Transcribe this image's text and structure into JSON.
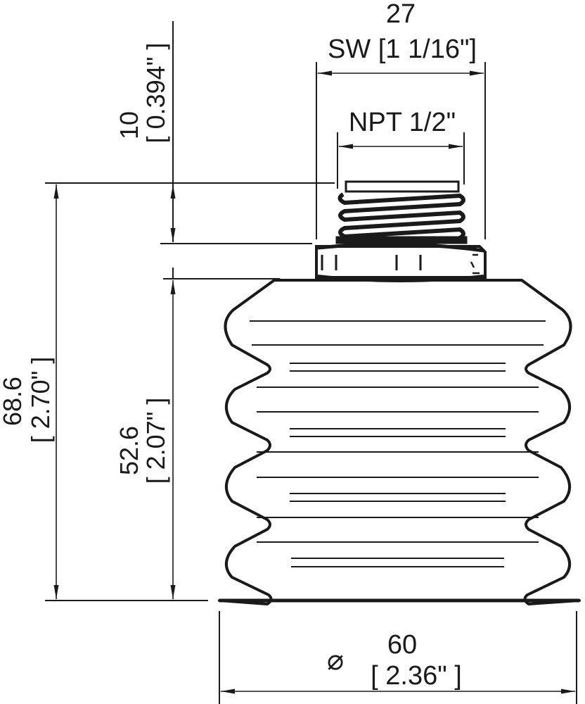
{
  "drawing": {
    "title": "Bellows suction cup dimension drawing",
    "line_color": "#1a1a1a",
    "background": "#ffffff"
  },
  "dimensions": {
    "hex_width": {
      "value": "27",
      "label": "SW [1 1/16\"]"
    },
    "thread": {
      "label": "NPT 1/2\""
    },
    "thread_height": {
      "value": "10",
      "imperial": "[ 0.394\" ]"
    },
    "total_height": {
      "value": "68.6",
      "imperial": "[ 2.70\" ]"
    },
    "bellows_height": {
      "value": "52.6",
      "imperial": "[ 2.07\" ]"
    },
    "diameter": {
      "symbol": "⌀",
      "value": "60",
      "imperial": "[ 2.36\" ]"
    }
  }
}
